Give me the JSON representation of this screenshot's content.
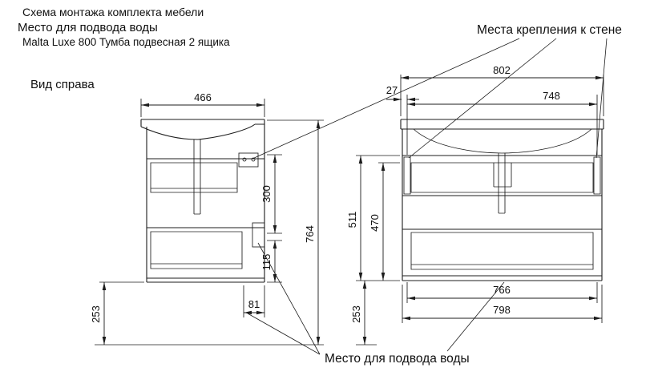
{
  "header": {
    "line1": "Схема монтажа комплекта мебели",
    "line2": "Место для подвода воды",
    "line3": "Malta Luxe  800 Тумба подвесная 2 ящика"
  },
  "labels": {
    "mount_points": "Места крепления к стене",
    "side_view": "Вид справа",
    "water_supply": "Место для подвода воды"
  },
  "side_view": {
    "depth": "466",
    "mount_to_water": "300",
    "water_to_bottom": "115",
    "total_height": "764",
    "floor_clearance": "253",
    "water_back_offset": "81"
  },
  "front_view": {
    "total_width": "802",
    "edge_to_mount": "27",
    "mount_span": "748",
    "cabinet_height": "511",
    "inner_height": "470",
    "floor_clearance": "253",
    "inner_width": "766",
    "body_width": "798"
  }
}
